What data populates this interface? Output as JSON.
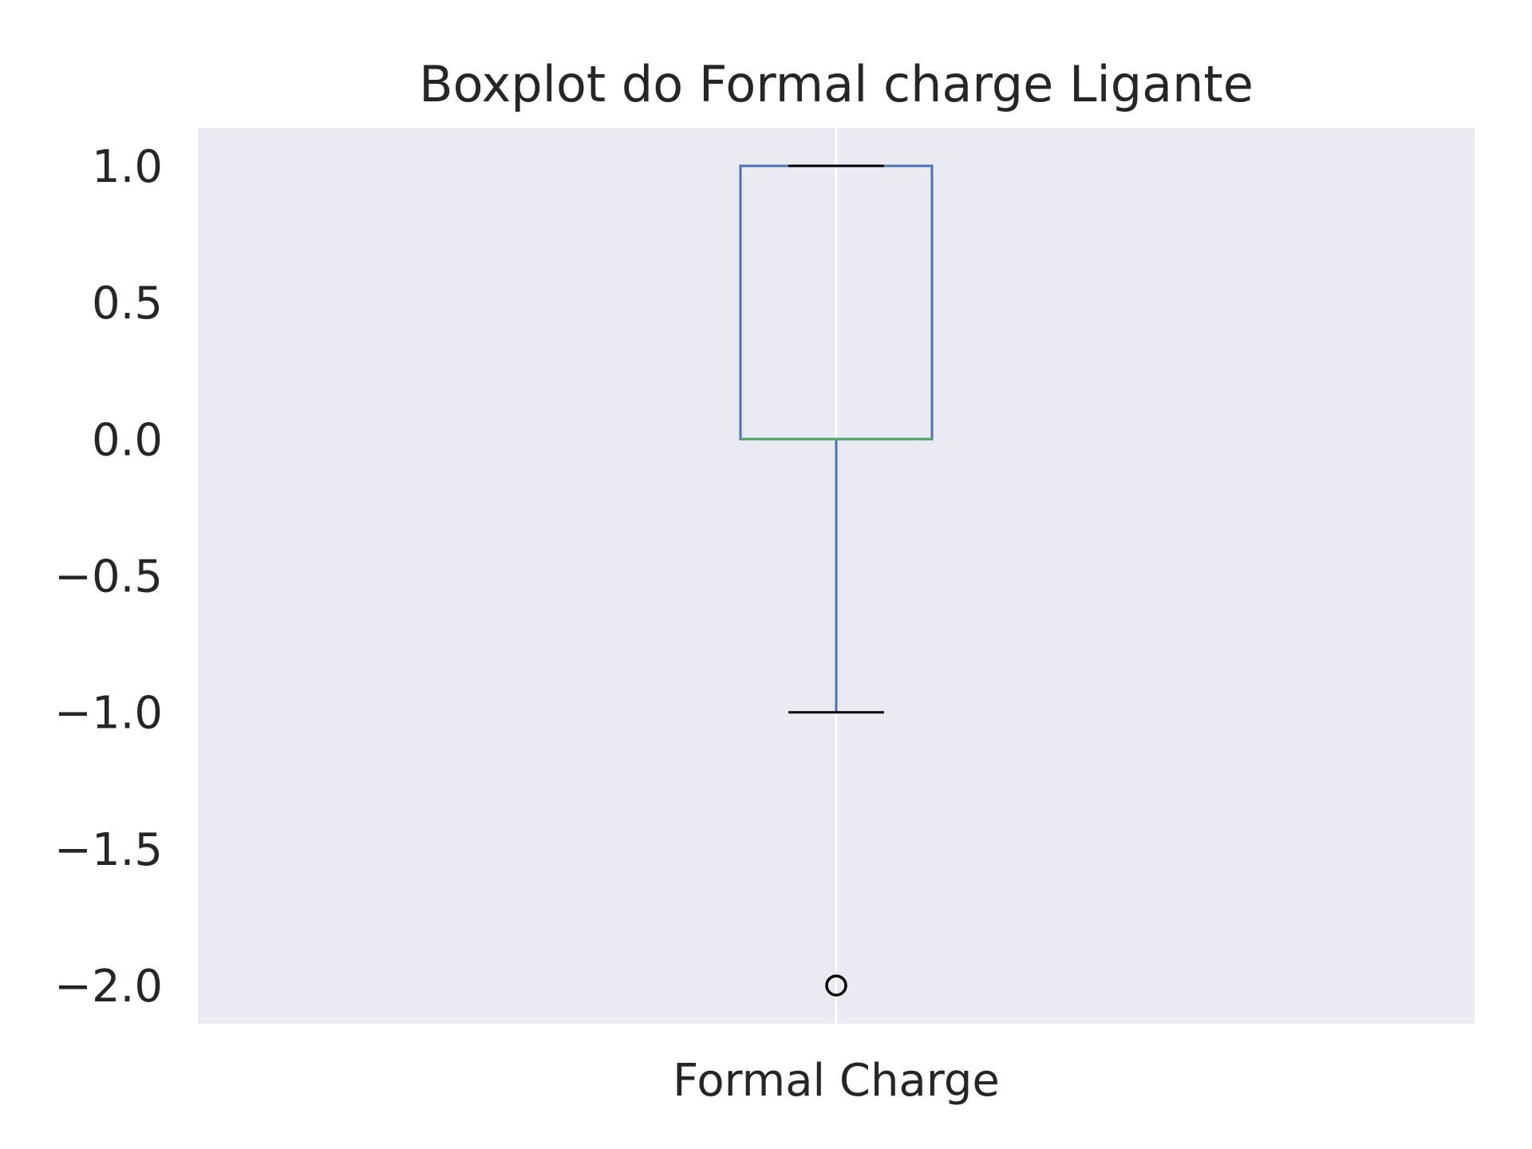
{
  "chart_data": {
    "type": "boxplot",
    "title": "Boxplot do Formal charge Ligante",
    "xlabel": "",
    "ylabel": "",
    "categories": [
      "Formal Charge"
    ],
    "boxes": [
      {
        "category": "Formal Charge",
        "whisker_low": -1.0,
        "q1": 0.0,
        "median": 0.0,
        "q3": 1.0,
        "whisker_high": 1.0,
        "outliers": [
          -2.0
        ]
      }
    ],
    "ylim": [
      -2.14,
      1.14
    ],
    "yticks": [
      1.0,
      0.5,
      0.0,
      -0.5,
      -1.0,
      -1.5,
      -2.0
    ],
    "ytick_labels": [
      "1.0",
      "0.5",
      "0.0",
      "−0.5",
      "−1.0",
      "−1.5",
      "−2.0"
    ],
    "grid": "x-only",
    "legend": "none",
    "colors": {
      "plot_background": "#eaeaf2",
      "grid": "#ffffff",
      "box": "#4c72b0",
      "median": "#55a868",
      "whisker_cap": "#000000",
      "outlier_edge": "#000000",
      "text": "#262626"
    }
  }
}
